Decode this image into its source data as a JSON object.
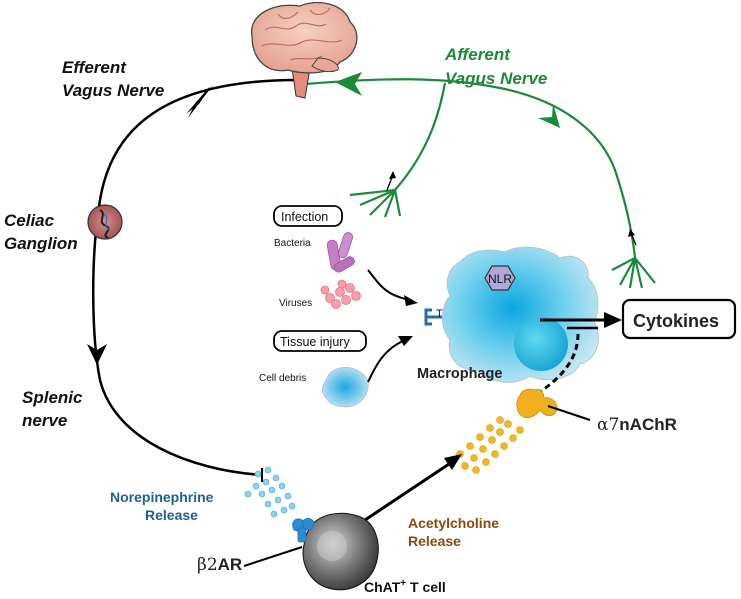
{
  "labels": {
    "efferent_1": "Efferent",
    "efferent_2": "Vagus Nerve",
    "afferent_1": "Afferent",
    "afferent_2": "Vagus Nerve",
    "celiac_1": "Celiac",
    "celiac_2": "Ganglion",
    "splenic_1": "Splenic",
    "splenic_2": "nerve",
    "infection": "Infection",
    "bacteria": "Bacteria",
    "viruses": "Viruses",
    "tissue_injury": "Tissue injury",
    "cell_debris": "Cell debris",
    "tlrs": "TLRs",
    "nlr": "NLR",
    "macrophage": "Macrophage",
    "cytokines": "Cytokines",
    "a7nachr_greek": "α7",
    "a7nachr_rest": "nAChR",
    "norepi_1": "Norepinephrine",
    "norepi_2": "Release",
    "acetyl_1": "Acetylcholine",
    "acetyl_2": "Release",
    "b2ar_greek": "β2",
    "b2ar_rest": "AR",
    "chat_main": "ChAT",
    "chat_sup": "+",
    "chat_rest": " T cell"
  },
  "colors": {
    "afferent_green": "#1a8a3a",
    "norepinephrine_blue": "#1f5f8f",
    "acetylcholine_brown": "#8a4a0e",
    "receptor_gold": "#f0b020",
    "macrophage_cyan": "#2ab4e0",
    "brain_pink": "#f2b8a8",
    "ganglion_red": "#b86060"
  },
  "icons": [
    "brain-icon",
    "ganglion-icon",
    "bacteria-icon",
    "virus-icon",
    "cell-debris-icon",
    "macrophage-icon",
    "receptor-icon",
    "t-cell-icon"
  ]
}
